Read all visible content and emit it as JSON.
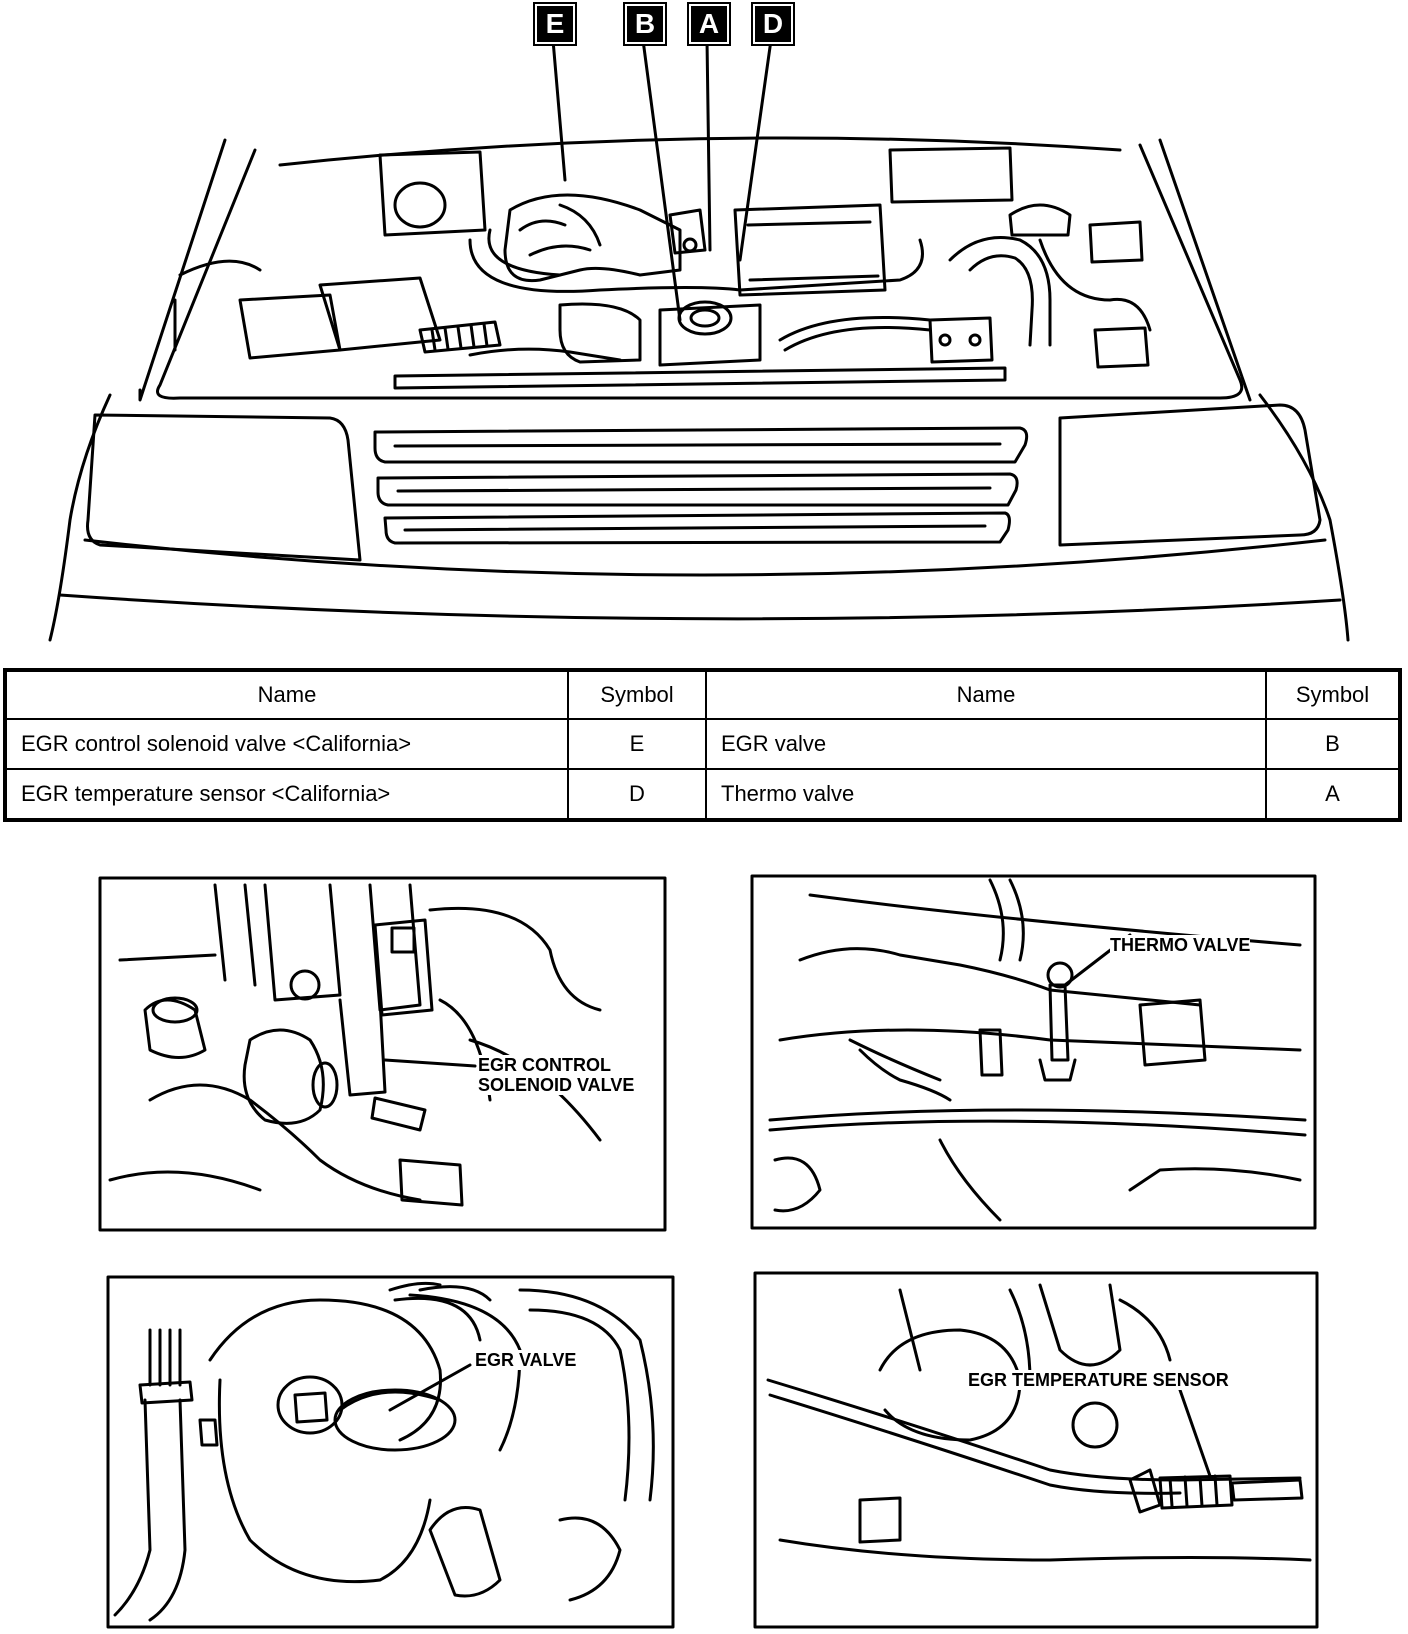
{
  "symbols": [
    "E",
    "B",
    "A",
    "D"
  ],
  "table": {
    "headers": [
      "Name",
      "Symbol",
      "Name",
      "Symbol"
    ],
    "rows": [
      [
        "EGR control solenoid valve <California>",
        "E",
        "EGR valve",
        "B"
      ],
      [
        "EGR temperature sensor <California>",
        "D",
        "Thermo valve",
        "A"
      ]
    ]
  },
  "details": {
    "solenoid_label_line1": "EGR CONTROL",
    "solenoid_label_line2": "SOLENOID VALVE",
    "thermo_label": "THERMO VALVE",
    "egr_valve_label": "EGR VALVE",
    "temp_sensor_label": "EGR TEMPERATURE SENSOR"
  }
}
